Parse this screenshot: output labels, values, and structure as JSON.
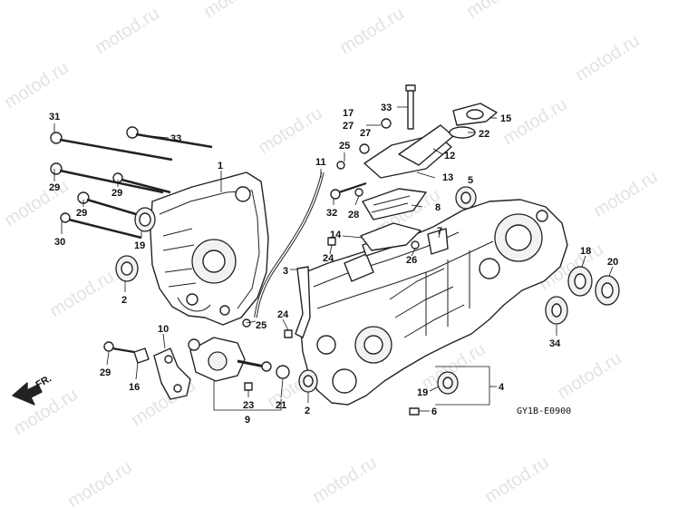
{
  "watermark": {
    "text": "motod.ru"
  },
  "diagram_code": "GY1B-E0900",
  "front_indicator": "FR.",
  "callouts": [
    {
      "id": "c31",
      "text": "31"
    },
    {
      "id": "c33a",
      "text": "33"
    },
    {
      "id": "c1",
      "text": "1"
    },
    {
      "id": "c29a",
      "text": "29"
    },
    {
      "id": "c29b",
      "text": "29"
    },
    {
      "id": "c29c",
      "text": "29"
    },
    {
      "id": "c30",
      "text": "30"
    },
    {
      "id": "c19a",
      "text": "19"
    },
    {
      "id": "c2a",
      "text": "2"
    },
    {
      "id": "c11",
      "text": "11"
    },
    {
      "id": "c25a",
      "text": "25"
    },
    {
      "id": "c32",
      "text": "32"
    },
    {
      "id": "c25b",
      "text": "25"
    },
    {
      "id": "c33b",
      "text": "33"
    },
    {
      "id": "c17",
      "text": "17"
    },
    {
      "id": "c27a",
      "text": "27"
    },
    {
      "id": "c27b",
      "text": "27"
    },
    {
      "id": "c15",
      "text": "15"
    },
    {
      "id": "c22",
      "text": "22"
    },
    {
      "id": "c12",
      "text": "12"
    },
    {
      "id": "c13",
      "text": "13"
    },
    {
      "id": "c28",
      "text": "28"
    },
    {
      "id": "c8",
      "text": "8"
    },
    {
      "id": "c5",
      "text": "5"
    },
    {
      "id": "c14",
      "text": "14"
    },
    {
      "id": "c7",
      "text": "7"
    },
    {
      "id": "c24a",
      "text": "24"
    },
    {
      "id": "c26",
      "text": "26"
    },
    {
      "id": "c3",
      "text": "3"
    },
    {
      "id": "c24b",
      "text": "24"
    },
    {
      "id": "c18",
      "text": "18"
    },
    {
      "id": "c20",
      "text": "20"
    },
    {
      "id": "c34",
      "text": "34"
    },
    {
      "id": "c10",
      "text": "10"
    },
    {
      "id": "c29d",
      "text": "29"
    },
    {
      "id": "c16",
      "text": "16"
    },
    {
      "id": "c23",
      "text": "23"
    },
    {
      "id": "c21",
      "text": "21"
    },
    {
      "id": "c2b",
      "text": "2"
    },
    {
      "id": "c9",
      "text": "9"
    },
    {
      "id": "c4",
      "text": "4"
    },
    {
      "id": "c19b",
      "text": "19"
    },
    {
      "id": "c6",
      "text": "6"
    }
  ]
}
